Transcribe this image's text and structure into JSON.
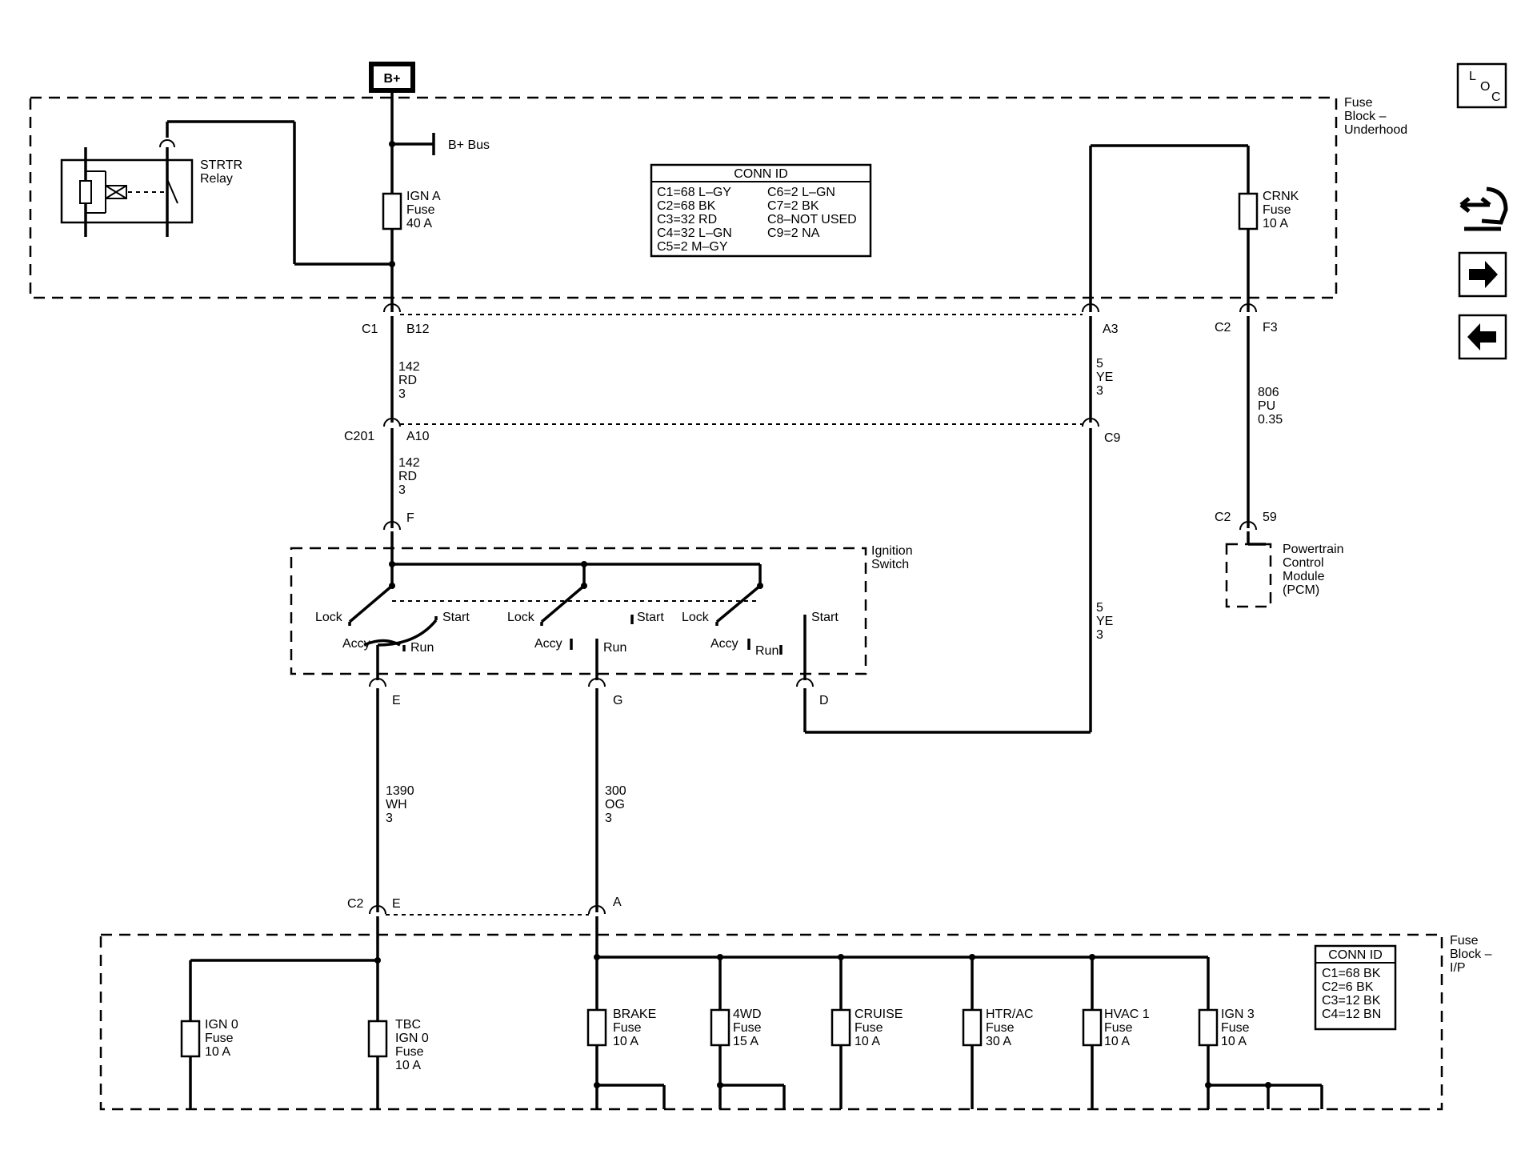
{
  "power": {
    "bplus": "B+",
    "bus": "B+ Bus"
  },
  "fuse_block_underhood": {
    "line1": "Fuse",
    "line2": "Block –",
    "line3": "Underhood"
  },
  "relay": {
    "line1": "STRTR",
    "line2": "Relay"
  },
  "ign_a_fuse": {
    "line1": "IGN A",
    "line2": "Fuse",
    "line3": "40 A"
  },
  "crnk_fuse": {
    "line1": "CRNK",
    "line2": "Fuse",
    "line3": "10 A"
  },
  "conn_table_top": {
    "title": "CONN ID",
    "col1": [
      "C1=68 L–GY",
      "C2=68 BK",
      "C3=32 RD",
      "C4=32 L–GN",
      "C5=2 M–GY"
    ],
    "col2": [
      "C6=2 L–GN",
      "C7=2 BK",
      "C8–NOT USED",
      "C9=2 NA"
    ]
  },
  "connectors": {
    "c1": "C1",
    "b12": "B12",
    "a3": "A3",
    "c2_top": "C2",
    "f3": "F3",
    "c201": "C201",
    "a10": "A10",
    "c9": "C9",
    "f": "F",
    "c2_pcm": "C2",
    "p59": "59",
    "e_sw": "E",
    "g_sw": "G",
    "d_sw": "D",
    "c2_bottom": "C2",
    "e_bottom": "E",
    "a_bottom": "A"
  },
  "wires": {
    "w142a": [
      "142",
      "RD",
      "3"
    ],
    "w142b": [
      "142",
      "RD",
      "3"
    ],
    "w5a": [
      "5",
      "YE",
      "3"
    ],
    "w5b": [
      "5",
      "YE",
      "3"
    ],
    "w806": [
      "806",
      "PU",
      "0.35"
    ],
    "w1390": [
      "1390",
      "WH",
      "3"
    ],
    "w300": [
      "300",
      "OG",
      "3"
    ]
  },
  "pcm": {
    "line1": "Powertrain",
    "line2": "Control",
    "line3": "Module",
    "line4": "(PCM)"
  },
  "ignition_switch": {
    "title1": "Ignition",
    "title2": "Switch",
    "lock": "Lock",
    "start": "Start",
    "accy": "Accy",
    "run": "Run"
  },
  "fuse_block_ip": {
    "line1": "Fuse",
    "line2": "Block –",
    "line3": "I/P"
  },
  "ip_fuses": [
    [
      "IGN 0",
      "Fuse",
      "10 A"
    ],
    [
      "TBC",
      "IGN 0",
      "Fuse",
      "10 A"
    ],
    [
      "BRAKE",
      "Fuse",
      "10 A"
    ],
    [
      "4WD",
      "Fuse",
      "15 A"
    ],
    [
      "CRUISE",
      "Fuse",
      "10 A"
    ],
    [
      "HTR/AC",
      "Fuse",
      "30 A"
    ],
    [
      "HVAC 1",
      "Fuse",
      "10 A"
    ],
    [
      "IGN 3",
      "Fuse",
      "10 A"
    ]
  ],
  "conn_table_ip": {
    "title": "CONN ID",
    "rows": [
      "C1=68 BK",
      "C2=6 BK",
      "C3=12 BK",
      "C4=12 BN"
    ]
  },
  "loc": {
    "l": "L",
    "o": "O",
    "c": "C"
  }
}
